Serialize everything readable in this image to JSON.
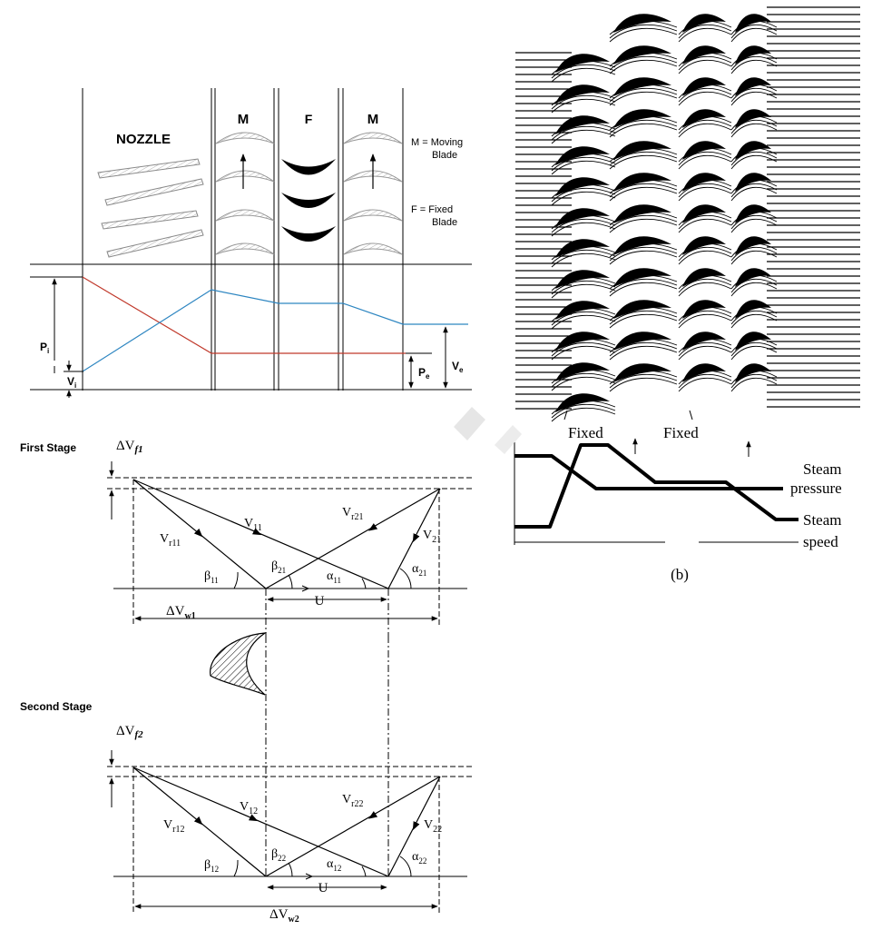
{
  "diagram_top": {
    "nozzle_label": "NOZZLE",
    "moving_label_1": "M",
    "fixed_label": "F",
    "moving_label_2": "M",
    "legend_moving_1": "M = Moving",
    "legend_moving_2": "Blade",
    "legend_fixed_1": "F = Fixed",
    "legend_fixed_2": "Blade",
    "p_i": "P",
    "p_i_sub": "i",
    "v_i": "V",
    "v_i_sub": "i",
    "p_e": "P",
    "p_e_sub": "e",
    "v_e": "V",
    "v_e_sub": "e",
    "pressure_color": "#c0392b",
    "velocity_color": "#2e86c1"
  },
  "stage1": {
    "title": "First Stage",
    "dvf": "ΔV",
    "dvf_sub": "f1",
    "vr11": "V",
    "vr11_sub": "r11",
    "v11": "V",
    "v11_sub": "11",
    "vr21": "V",
    "vr21_sub": "r21",
    "v21": "V",
    "v21_sub": "21",
    "beta11": "β",
    "beta11_sub": "11",
    "beta21": "β",
    "beta21_sub": "21",
    "alpha11": "α",
    "alpha11_sub": "11",
    "alpha21": "α",
    "alpha21_sub": "21",
    "u": "U",
    "dvw": "ΔV",
    "dvw_sub": "w1"
  },
  "stage2": {
    "title": "Second Stage",
    "dvf": "ΔV",
    "dvf_sub": "f2",
    "vr12": "V",
    "vr12_sub": "r12",
    "v12": "V",
    "v12_sub": "12",
    "vr22": "V",
    "vr22_sub": "r22",
    "v22": "V",
    "v22_sub": "22",
    "beta12": "β",
    "beta12_sub": "12",
    "beta22": "β",
    "beta22_sub": "22",
    "alpha12": "α",
    "alpha12_sub": "12",
    "alpha22": "α",
    "alpha22_sub": "22",
    "u": "U",
    "dvw": "ΔV",
    "dvw_sub": "w2"
  },
  "right_figure": {
    "fixed_1": "Fixed",
    "fixed_2": "Fixed",
    "steam_pressure_1": "Steam",
    "steam_pressure_2": "pressure",
    "steam_speed_1": "Steam",
    "steam_speed_2": "speed",
    "caption": "(b)"
  }
}
